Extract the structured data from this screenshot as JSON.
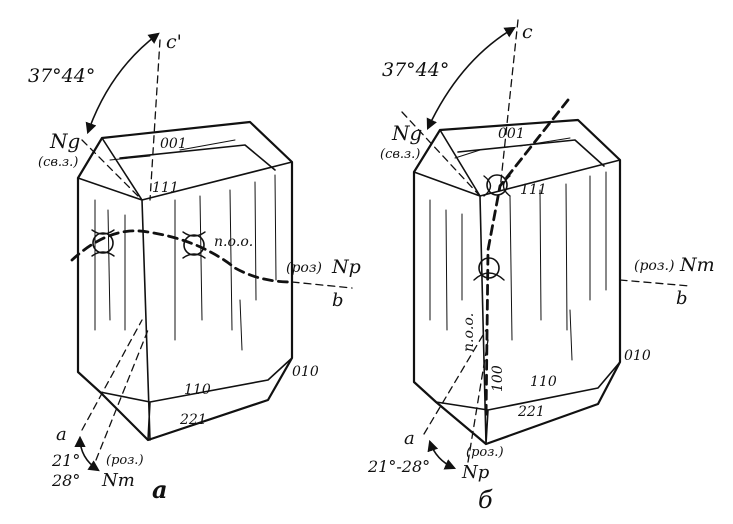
{
  "figure_a": {
    "angle_top": "37°44°",
    "axis_c": "c'",
    "ng": "Ng",
    "ng_note": "(св.з.)",
    "face_001": "001",
    "face_111": "111",
    "face_110": "110",
    "face_010": "010",
    "face_221": "221",
    "optic_plane": "п.о.о.",
    "np_note": "(роз)",
    "np": "Np",
    "axis_b": "b",
    "axis_a": "a",
    "angle_bottom_1": "21°",
    "angle_bottom_2": "28°",
    "nm_note": "(роз.)",
    "nm": "Nm",
    "caption": "а"
  },
  "figure_b": {
    "angle_top": "37°44°",
    "axis_c": "c",
    "ng": "Ng",
    "ng_note": "(св.з.)",
    "face_001": "001",
    "face_111": "111",
    "face_100": "100",
    "face_110": "110",
    "face_010": "010",
    "face_221": "221",
    "optic_plane": "п.о.о.",
    "nm_note": "(роз.)",
    "nm": "Nm",
    "axis_b": "b",
    "axis_a": "a",
    "angle_bottom": "21°-28°",
    "np_note": "(роз.)",
    "np": "Np",
    "caption": "б"
  }
}
